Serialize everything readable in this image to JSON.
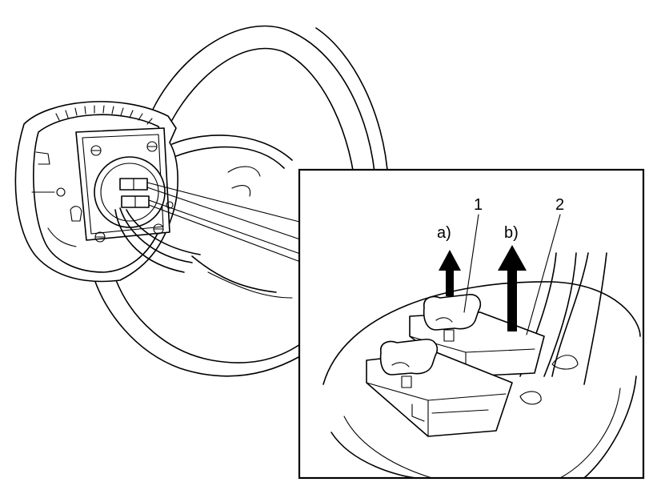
{
  "labels": {
    "callout_1": "1",
    "callout_2": "2",
    "step_a": "a)",
    "step_b": "b)"
  },
  "colors": {
    "line": "#000000",
    "background": "#ffffff"
  }
}
